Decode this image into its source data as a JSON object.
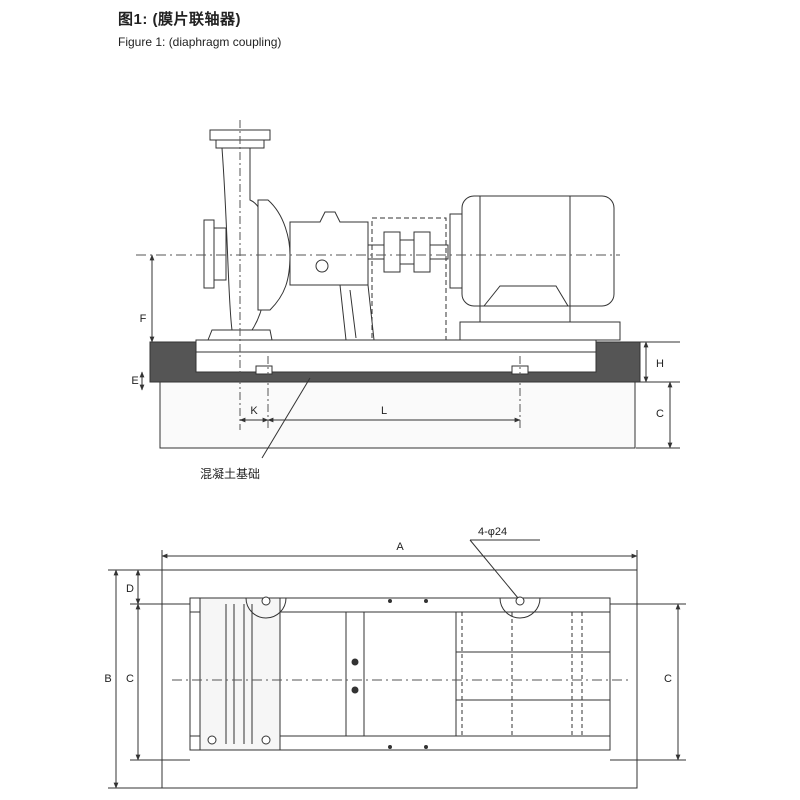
{
  "header": {
    "title_cn": "图1: (膜片联轴器)",
    "title_en": "Figure 1: (diaphragm coupling)"
  },
  "side_view": {
    "dims": {
      "F": "F",
      "E": "E",
      "K": "K",
      "L": "L",
      "H": "H",
      "C": "C"
    },
    "callout": "混凝土基础"
  },
  "plan_view": {
    "dims": {
      "A": "A",
      "B": "B",
      "C_left": "C",
      "D": "D",
      "C_right": "C"
    },
    "holes": "4-φ24"
  }
}
